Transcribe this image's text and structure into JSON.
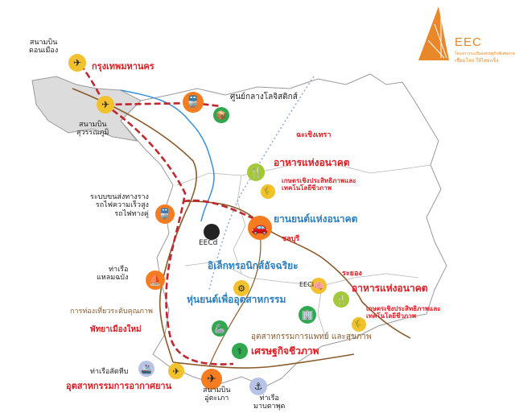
{
  "logo": {
    "name": "EEC",
    "line1": "โครงการระเบียงเศรษฐกิจพิเศษภาคตะวันออก",
    "line2": "เชื่อมโลก ให้ไทยแข็ง",
    "color": "#e8882a"
  },
  "labels": {
    "don_mueang": "สนามบิน\nดอนเมือง",
    "bangkok": "กรุงเทพมหานคร",
    "suvarnabhumi": "สนามบิน\nสุวรรณภูมิ",
    "logistics": "ศูนย์กลางโลจิสติกส์",
    "chachoengsao": "ฉะเชิงเทรา",
    "food_future_1": "อาหารแห่งอนาคต",
    "agri_bio_1": "เกษตรเชิงประสิทธิภาพและ\nเทคโนโลยีชีวภาพ",
    "rail": "ระบบขนส่งทางราง\nรถไฟความเร็วสูง\nรถไฟทางคู่",
    "eecd": "EECd",
    "auto_future": "ยานยนต์แห่งอนาคต",
    "chonburi": "ชลบุรี",
    "electronics": "อิเล็กทรอนิกส์อัจฉริยะ",
    "laem_chabang": "ท่าเรือ\nแหลมฉบัง",
    "rayong": "ระยอง",
    "eeci": "EECi",
    "food_future_2": "อาหารแห่งอนาคต",
    "robotics": "หุ่นยนต์เพื่ออุตสาหกรรม",
    "tourism": "การท่องเที่ยวระดับคุณภาพ",
    "pattaya": "พัทยาเมืองใหม่",
    "agri_bio_2": "เกษตรเชิงประสิทธิภาพและ\nเทคโนโลยีชีวภาพ",
    "medical": "อุตสาหกรรมการแพทย์ และสุขภาพ",
    "bio_economy": "เศรษฐกิจชีวภาพ",
    "sattahip": "ท่าเรือสัตหีบ",
    "aviation": "อุตสาหกรรมการอากาศยาน",
    "utapao": "สนามบิน\nอู่ตะเภา",
    "map_ta_phut": "ท่าเรือ\nมาบตาพุด"
  },
  "icons": [
    {
      "name": "airplane-icon",
      "color": "#f2c12e",
      "glyph": "✈"
    },
    {
      "name": "airplane-icon",
      "color": "#f2c12e",
      "glyph": "✈"
    },
    {
      "name": "train-icon",
      "color": "#f57c20",
      "glyph": "🚆"
    },
    {
      "name": "logistics-icon",
      "color": "#2fa84f",
      "glyph": "📦"
    },
    {
      "name": "fork-knife-icon",
      "color": "#a3c83a",
      "glyph": "🍴"
    },
    {
      "name": "agriculture-icon",
      "color": "#f2c12e",
      "glyph": "🌾"
    },
    {
      "name": "train-icon",
      "color": "#f57c20",
      "glyph": "🚆"
    },
    {
      "name": "car-icon",
      "color": "#f57c20",
      "glyph": "🚗"
    },
    {
      "name": "cloud-icon",
      "color": "#222222",
      "glyph": "☁"
    },
    {
      "name": "ship-icon",
      "color": "#f57c20",
      "glyph": "⛵"
    },
    {
      "name": "gear-icon",
      "color": "#f2c12e",
      "glyph": "⚙"
    },
    {
      "name": "brain-icon",
      "color": "#f2c12e",
      "glyph": "🧠"
    },
    {
      "name": "fork-knife-icon",
      "color": "#a3c83a",
      "glyph": "🍴"
    },
    {
      "name": "building-icon",
      "color": "#2fa84f",
      "glyph": "🏢"
    },
    {
      "name": "agriculture-icon",
      "color": "#f2c12e",
      "glyph": "🌾"
    },
    {
      "name": "robot-arm-icon",
      "color": "#2fa84f",
      "glyph": "🦾"
    },
    {
      "name": "medical-icon",
      "color": "#2fa84f",
      "glyph": "⚕"
    },
    {
      "name": "cruise-ship-icon",
      "color": "#b7c3e6",
      "glyph": "🚢"
    },
    {
      "name": "airplane-icon",
      "color": "#f2c12e",
      "glyph": "✈"
    },
    {
      "name": "airplane-icon",
      "color": "#f57c20",
      "glyph": "✈"
    },
    {
      "name": "port-icon",
      "color": "#b7c3e6",
      "glyph": "⚓"
    }
  ],
  "colors": {
    "accent_red": "#e01b22",
    "accent_blue": "#2b7fc0",
    "road_brown": "#8a5a2b",
    "region_fill": "#ffffff",
    "bangkok_fill": "#dcdcdc",
    "border": "#9a9a9a"
  }
}
